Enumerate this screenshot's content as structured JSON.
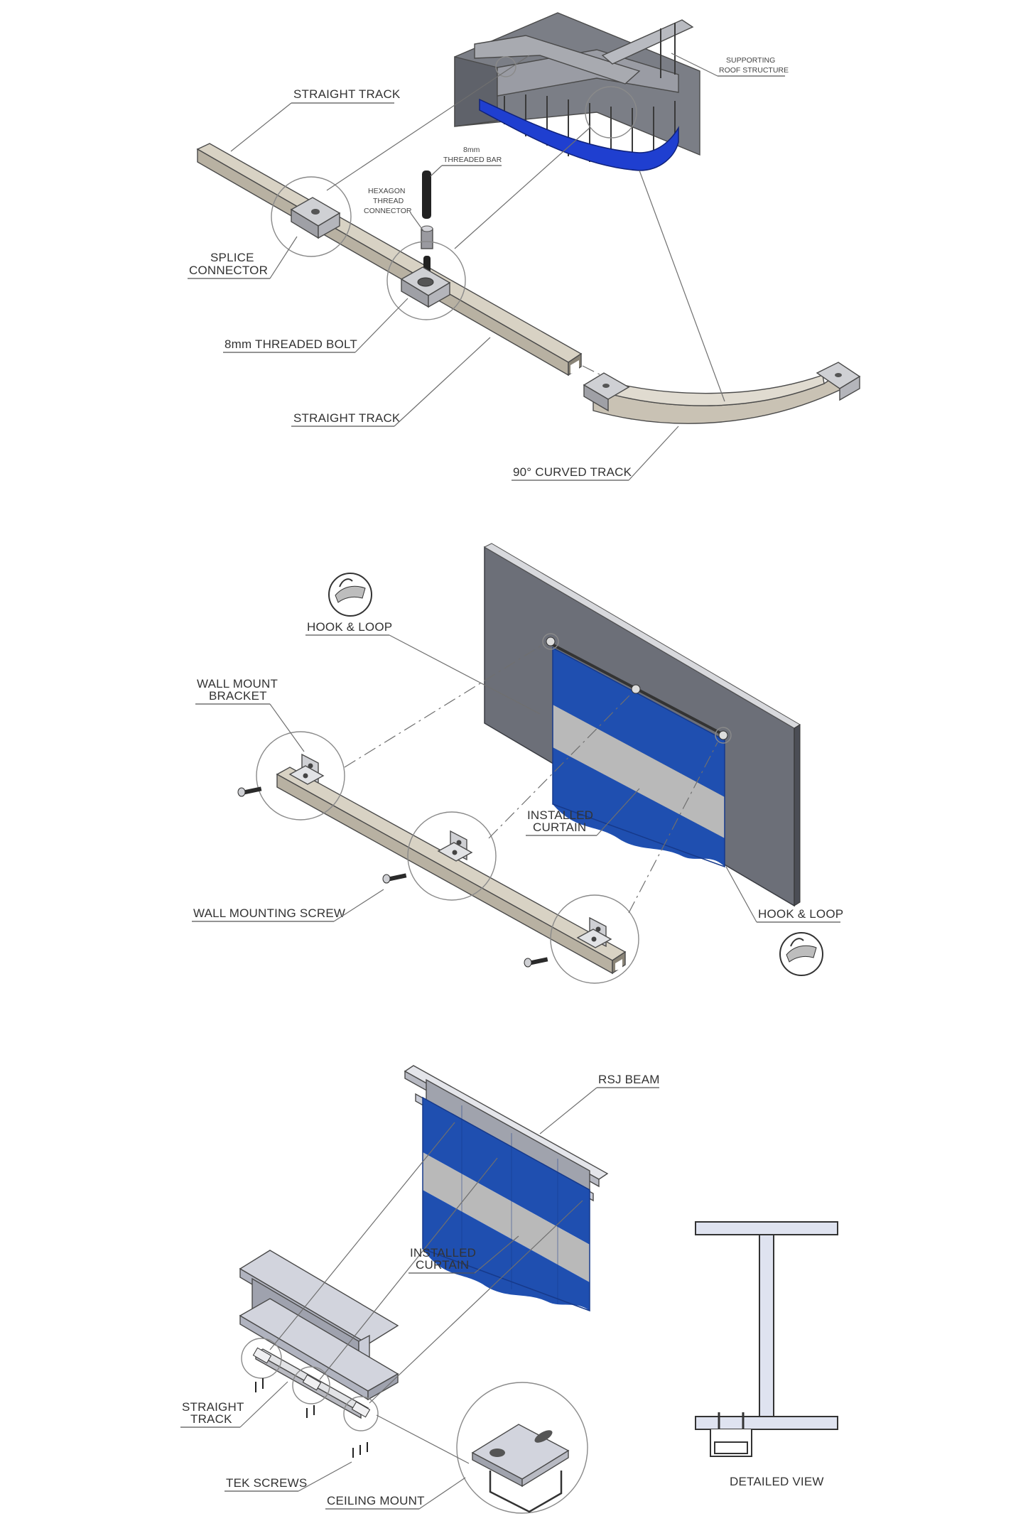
{
  "labels": {
    "straight_track_top": "STRAIGHT TRACK",
    "supporting_roof_1": "SUPPORTING",
    "supporting_roof_2": "ROOF STRUCTURE",
    "threaded_bar_1": "8mm",
    "threaded_bar_2": "THREADED BAR",
    "hexagon_1": "HEXAGON",
    "hexagon_2": "THREAD",
    "hexagon_3": "CONNECTOR",
    "splice_1": "SPLICE",
    "splice_2": "CONNECTOR",
    "threaded_bolt": "8mm THREADED BOLT",
    "straight_track_mid": "STRAIGHT TRACK",
    "curved_track": "90° CURVED TRACK",
    "hook_loop_top": "HOOK & LOOP",
    "wall_bracket_1": "WALL MOUNT",
    "wall_bracket_2": "BRACKET",
    "installed_curtain_wall_1": "INSTALLED",
    "installed_curtain_wall_2": "CURTAIN",
    "wall_screw": "WALL MOUNTING SCREW",
    "hook_loop_bottom": "HOOK & LOOP",
    "rsj_beam": "RSJ BEAM",
    "installed_curtain_beam_1": "INSTALLED",
    "installed_curtain_beam_2": "CURTAIN",
    "straight_track_beam_1": "STRAIGHT",
    "straight_track_beam_2": "TRACK",
    "tek_screws": "TEK SCREWS",
    "ceiling_mount": "CEILING MOUNT",
    "detailed_view": "DETAILED VIEW"
  },
  "colors": {
    "curtain_blue": "#1f4fb0",
    "curtain_blue_dark": "#16398a",
    "curtain_grey": "#b9b9b9",
    "track": "#c9c2b4",
    "track_side": "#a39c8e",
    "wall": "#6c6f78",
    "beam": "#c9ccd8"
  },
  "icons": [
    "hook-and-loop-icon",
    "hook-and-loop-icon"
  ]
}
